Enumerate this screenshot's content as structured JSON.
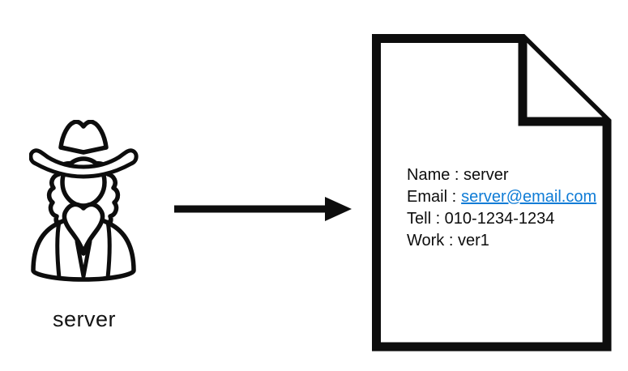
{
  "actor": {
    "label": "server",
    "icon": "cowboy-person-icon"
  },
  "arrow": {
    "direction": "right"
  },
  "document": {
    "icon": "document-file-icon",
    "lines": {
      "name": "Name : server",
      "email_label": "Email :",
      "email_link": "server@email.com",
      "tell": "Tell : 010-1234-1234",
      "work": "Work : ver1"
    }
  },
  "colors": {
    "link": "#0f7cd6",
    "stroke": "#0d0d0d",
    "background": "#ffffff"
  }
}
